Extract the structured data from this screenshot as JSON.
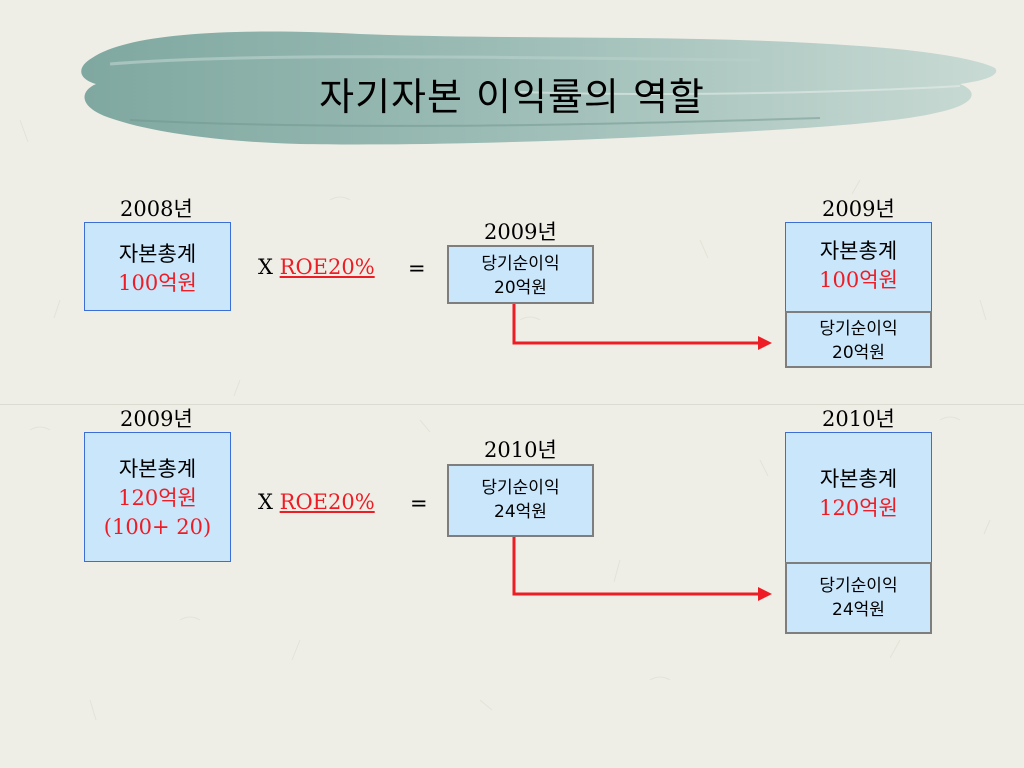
{
  "title": "자기자본 이익률의 역할",
  "rows": [
    {
      "start_year": "2008년",
      "start_label": "자본총계",
      "start_amount": "100억원",
      "start_note": "",
      "op_x": "X",
      "op_roe": "ROE20%",
      "op_eq": "=",
      "mid_year": "2009년",
      "mid_label": "당기순이익",
      "mid_amount": "20억원",
      "end_year": "2009년",
      "end_label": "자본총계",
      "end_amount": "100억원",
      "end_profit_label": "당기순이익",
      "end_profit_amount": "20억원"
    },
    {
      "start_year": "2009년",
      "start_label": "자본총계",
      "start_amount": "120억원",
      "start_note": "(100+ 20)",
      "op_x": "X",
      "op_roe": "ROE20%",
      "op_eq": "=",
      "mid_year": "2010년",
      "mid_label": "당기순이익",
      "mid_amount": "24억원",
      "end_year": "2010년",
      "end_label": "자본총계",
      "end_amount": "120억원",
      "end_profit_label": "당기순이익",
      "end_profit_amount": "24억원"
    }
  ],
  "colors": {
    "box_fill": "#c9e6fb",
    "box_border_blue": "#3b6fd6",
    "box_border_grey": "#7e7e7e",
    "accent_red": "#ee1c24",
    "banner": "#8fb3ab"
  }
}
